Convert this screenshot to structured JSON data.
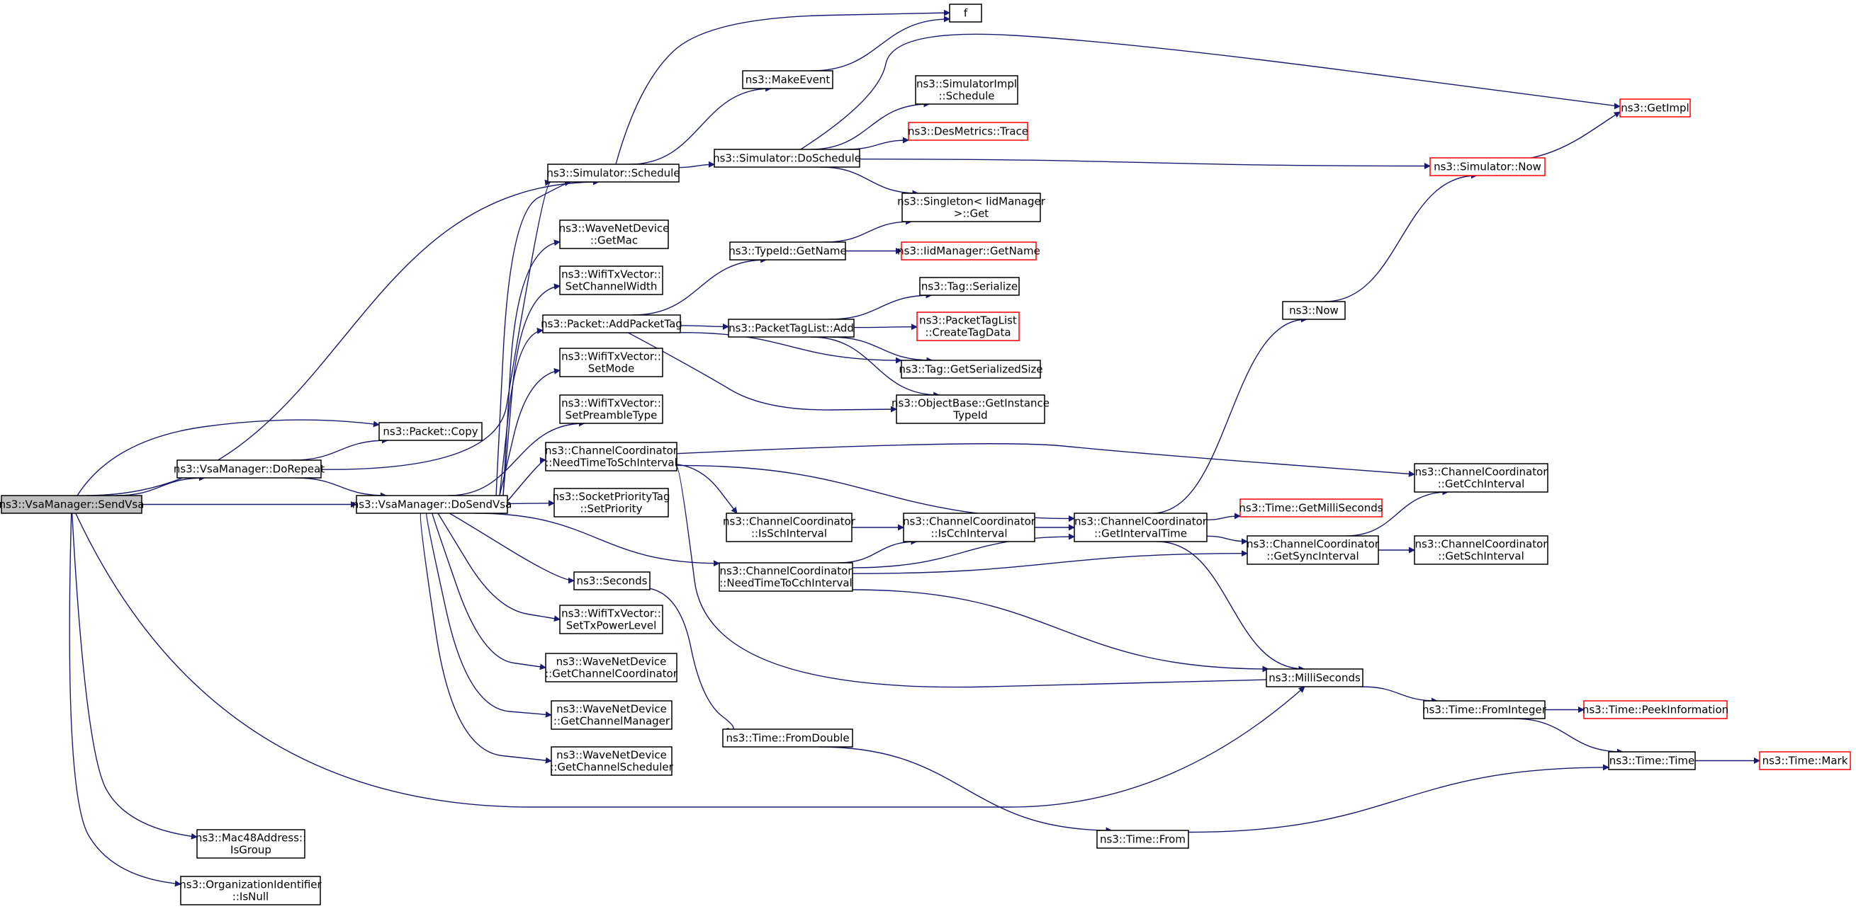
{
  "graph": {
    "nodes": {
      "SendVsa": {
        "lines": [
          "ns3::VsaManager::SendVsa"
        ],
        "root": true
      },
      "SimSchedule": {
        "lines": [
          "ns3::Simulator::Schedule"
        ]
      },
      "PacketCopy": {
        "lines": [
          "ns3::Packet::Copy"
        ]
      },
      "DoRepeat": {
        "lines": [
          "ns3::VsaManager::DoRepeat"
        ]
      },
      "DoSendVsa": {
        "lines": [
          "ns3::VsaManager::DoSendVsa"
        ]
      },
      "IsGroup": {
        "lines": [
          "ns3::Mac48Address::",
          "IsGroup"
        ]
      },
      "IsNull": {
        "lines": [
          "ns3::OrganizationIdentifier",
          "::IsNull"
        ]
      },
      "f": {
        "lines": [
          "f"
        ]
      },
      "MakeEvent": {
        "lines": [
          "ns3::MakeEvent"
        ]
      },
      "DoSchedule": {
        "lines": [
          "ns3::Simulator::DoSchedule"
        ]
      },
      "SimImplSchedule": {
        "lines": [
          "ns3::SimulatorImpl",
          "::Schedule"
        ]
      },
      "DesTrace": {
        "lines": [
          "ns3::DesMetrics::Trace"
        ],
        "red": true
      },
      "GetImpl": {
        "lines": [
          "ns3::GetImpl"
        ],
        "red": true
      },
      "SimNow": {
        "lines": [
          "ns3::Simulator::Now"
        ],
        "red": true
      },
      "SingletonGet": {
        "lines": [
          "ns3::Singleton< IidManager",
          " >::Get"
        ]
      },
      "GetMac": {
        "lines": [
          "ns3::WaveNetDevice",
          "::GetMac"
        ]
      },
      "TypeIdGetName": {
        "lines": [
          "ns3::TypeId::GetName"
        ]
      },
      "IidGetName": {
        "lines": [
          "ns3::IidManager::GetName"
        ],
        "red": true
      },
      "SetChannelWidth": {
        "lines": [
          "ns3::WifiTxVector::",
          "SetChannelWidth"
        ]
      },
      "TagSerialize": {
        "lines": [
          "ns3::Tag::Serialize"
        ]
      },
      "AddPacketTag": {
        "lines": [
          "ns3::Packet::AddPacketTag"
        ]
      },
      "PTLAdd": {
        "lines": [
          "ns3::PacketTagList::Add"
        ]
      },
      "CreateTagData": {
        "lines": [
          "ns3::PacketTagList",
          "::CreateTagData"
        ],
        "red": true
      },
      "Now": {
        "lines": [
          "ns3::Now"
        ]
      },
      "SetMode": {
        "lines": [
          "ns3::WifiTxVector::",
          "SetMode"
        ]
      },
      "TagGetSerSize": {
        "lines": [
          "ns3::Tag::GetSerializedSize"
        ]
      },
      "GetInstanceTid": {
        "lines": [
          "ns3::ObjectBase::GetInstance",
          "TypeId"
        ]
      },
      "SetPreamble": {
        "lines": [
          "ns3::WifiTxVector::",
          "SetPreambleType"
        ]
      },
      "NeedSch": {
        "lines": [
          "ns3::ChannelCoordinator",
          "::NeedTimeToSchInterval"
        ]
      },
      "GetCchInterval": {
        "lines": [
          "ns3::ChannelCoordinator",
          "::GetCchInterval"
        ]
      },
      "SetPriority": {
        "lines": [
          "ns3::SocketPriorityTag",
          "::SetPriority"
        ]
      },
      "IsSch": {
        "lines": [
          "ns3::ChannelCoordinator",
          "::IsSchInterval"
        ]
      },
      "IsCch": {
        "lines": [
          "ns3::ChannelCoordinator",
          "::IsCchInterval"
        ]
      },
      "GetIntervalTime": {
        "lines": [
          "ns3::ChannelCoordinator",
          "::GetIntervalTime"
        ]
      },
      "GetMilliSeconds": {
        "lines": [
          "ns3::Time::GetMilliSeconds"
        ],
        "red": true
      },
      "NeedCch": {
        "lines": [
          "ns3::ChannelCoordinator",
          "::NeedTimeToCchInterval"
        ]
      },
      "GetSyncInterval": {
        "lines": [
          "ns3::ChannelCoordinator",
          "::GetSyncInterval"
        ]
      },
      "GetSchInterval": {
        "lines": [
          "ns3::ChannelCoordinator",
          "::GetSchInterval"
        ]
      },
      "Seconds": {
        "lines": [
          "ns3::Seconds"
        ]
      },
      "SetTxPower": {
        "lines": [
          "ns3::WifiTxVector::",
          "SetTxPowerLevel"
        ]
      },
      "GetChCoord": {
        "lines": [
          "ns3::WaveNetDevice",
          "::GetChannelCoordinator"
        ]
      },
      "MilliSeconds": {
        "lines": [
          "ns3::MilliSeconds"
        ]
      },
      "GetChManager": {
        "lines": [
          "ns3::WaveNetDevice",
          "::GetChannelManager"
        ]
      },
      "FromInteger": {
        "lines": [
          "ns3::Time::FromInteger"
        ]
      },
      "PeekInfo": {
        "lines": [
          "ns3::Time::PeekInformation"
        ],
        "red": true
      },
      "FromDouble": {
        "lines": [
          "ns3::Time::FromDouble"
        ]
      },
      "GetChScheduler": {
        "lines": [
          "ns3::WaveNetDevice",
          "::GetChannelScheduler"
        ]
      },
      "TimeTime": {
        "lines": [
          "ns3::Time::Time"
        ]
      },
      "TimeMark": {
        "lines": [
          "ns3::Time::Mark"
        ],
        "red": true
      },
      "TimeFrom": {
        "lines": [
          "ns3::Time::From"
        ]
      }
    },
    "edges": [
      [
        "SendVsa",
        "SimSchedule"
      ],
      [
        "SendVsa",
        "PacketCopy"
      ],
      [
        "SendVsa",
        "DoRepeat"
      ],
      [
        "SendVsa",
        "DoSendVsa"
      ],
      [
        "SendVsa",
        "MilliSeconds"
      ],
      [
        "SendVsa",
        "IsGroup"
      ],
      [
        "SendVsa",
        "IsNull"
      ],
      [
        "DoRepeat",
        "PacketCopy"
      ],
      [
        "DoRepeat",
        "DoSendVsa"
      ],
      [
        "DoRepeat",
        "SimSchedule"
      ],
      [
        "SimSchedule",
        "f"
      ],
      [
        "SimSchedule",
        "MakeEvent"
      ],
      [
        "SimSchedule",
        "DoSchedule"
      ],
      [
        "MakeEvent",
        "f"
      ],
      [
        "DoSchedule",
        "GetImpl"
      ],
      [
        "DoSchedule",
        "SimImplSchedule"
      ],
      [
        "DoSchedule",
        "DesTrace"
      ],
      [
        "DoSchedule",
        "SimNow"
      ],
      [
        "DoSchedule",
        "SingletonGet"
      ],
      [
        "SimNow",
        "GetImpl"
      ],
      [
        "DoSendVsa",
        "SimSchedule"
      ],
      [
        "DoSendVsa",
        "GetMac"
      ],
      [
        "DoSendVsa",
        "SetChannelWidth"
      ],
      [
        "DoSendVsa",
        "AddPacketTag"
      ],
      [
        "DoSendVsa",
        "SetMode"
      ],
      [
        "DoSendVsa",
        "SetPreamble"
      ],
      [
        "DoSendVsa",
        "NeedSch"
      ],
      [
        "DoSendVsa",
        "SetPriority"
      ],
      [
        "DoSendVsa",
        "NeedCch"
      ],
      [
        "DoSendVsa",
        "Seconds"
      ],
      [
        "DoSendVsa",
        "SetTxPower"
      ],
      [
        "DoSendVsa",
        "GetChCoord"
      ],
      [
        "DoSendVsa",
        "GetChManager"
      ],
      [
        "DoSendVsa",
        "GetChScheduler"
      ],
      [
        "AddPacketTag",
        "TypeIdGetName"
      ],
      [
        "AddPacketTag",
        "PTLAdd"
      ],
      [
        "AddPacketTag",
        "TagGetSerSize"
      ],
      [
        "AddPacketTag",
        "GetInstanceTid"
      ],
      [
        "TypeIdGetName",
        "SingletonGet"
      ],
      [
        "TypeIdGetName",
        "IidGetName"
      ],
      [
        "PTLAdd",
        "TagSerialize"
      ],
      [
        "PTLAdd",
        "CreateTagData"
      ],
      [
        "PTLAdd",
        "TagGetSerSize"
      ],
      [
        "PTLAdd",
        "GetInstanceTid"
      ],
      [
        "NeedSch",
        "GetCchInterval"
      ],
      [
        "NeedSch",
        "GetIntervalTime"
      ],
      [
        "NeedSch",
        "IsSch"
      ],
      [
        "NeedSch",
        "MilliSeconds"
      ],
      [
        "IsSch",
        "IsCch"
      ],
      [
        "IsCch",
        "GetIntervalTime"
      ],
      [
        "NeedCch",
        "IsCch"
      ],
      [
        "NeedCch",
        "GetIntervalTime"
      ],
      [
        "NeedCch",
        "GetSyncInterval"
      ],
      [
        "NeedCch",
        "MilliSeconds"
      ],
      [
        "GetIntervalTime",
        "Now"
      ],
      [
        "GetIntervalTime",
        "GetMilliSeconds"
      ],
      [
        "GetIntervalTime",
        "GetSyncInterval"
      ],
      [
        "GetIntervalTime",
        "MilliSeconds"
      ],
      [
        "Now",
        "SimNow"
      ],
      [
        "GetSyncInterval",
        "GetCchInterval"
      ],
      [
        "GetSyncInterval",
        "GetSchInterval"
      ],
      [
        "Seconds",
        "FromDouble"
      ],
      [
        "MilliSeconds",
        "FromInteger"
      ],
      [
        "FromInteger",
        "PeekInfo"
      ],
      [
        "FromInteger",
        "TimeTime"
      ],
      [
        "FromDouble",
        "TimeFrom"
      ],
      [
        "TimeFrom",
        "TimeTime"
      ],
      [
        "TimeTime",
        "TimeMark"
      ]
    ]
  }
}
